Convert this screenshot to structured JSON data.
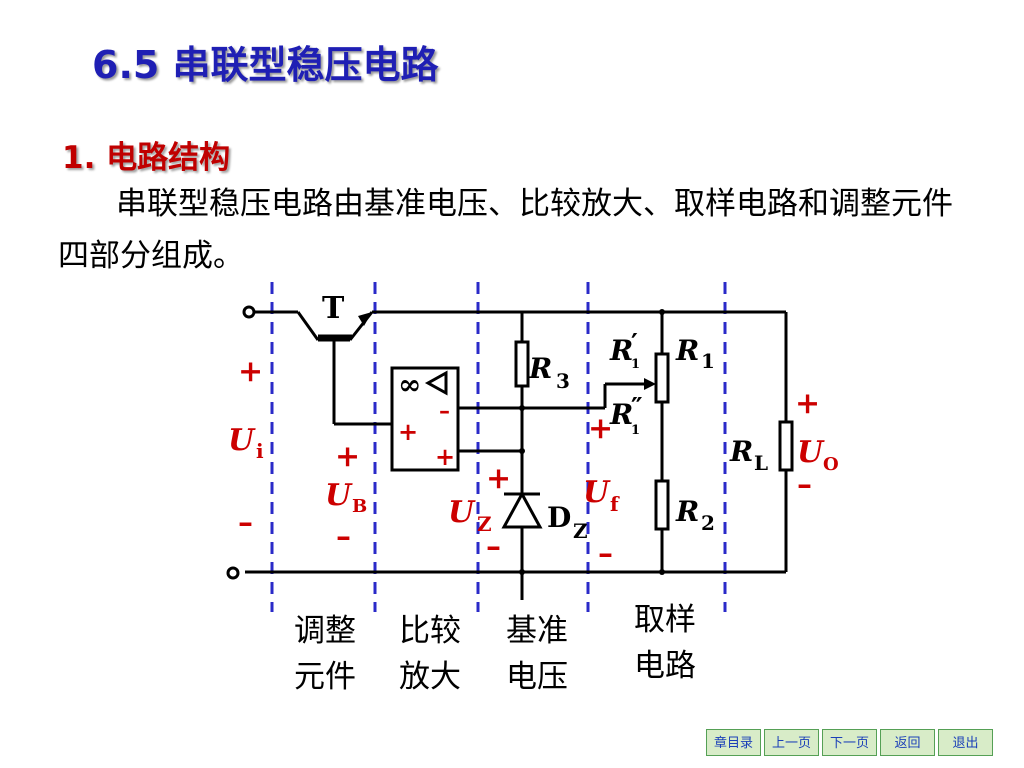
{
  "title": "6.5 串联型稳压电路",
  "section": {
    "heading": "1. 电路结构",
    "paragraph": "串联型稳压电路由基准电压、比较放大、取样电路和调整元件四部分组成。"
  },
  "circuit": {
    "transistor": "T",
    "input_voltage": {
      "symbol": "U",
      "sub": "i",
      "plus": "+",
      "minus": "–"
    },
    "base_voltage": {
      "symbol": "U",
      "sub": "B",
      "plus": "+",
      "minus": "–"
    },
    "zener_voltage": {
      "symbol": "U",
      "sub": "Z",
      "plus": "+",
      "minus": "–"
    },
    "feedback_voltage": {
      "symbol": "U",
      "sub": "f",
      "plus": "+",
      "minus": "–"
    },
    "output_voltage": {
      "symbol": "U",
      "sub": "O",
      "plus": "+",
      "minus": "–"
    },
    "opamp": {
      "gain": "∞",
      "minus_in": "–",
      "plus_in": "+",
      "plus_out": "+"
    },
    "r3": {
      "symbol": "R",
      "sub": "3"
    },
    "r1": {
      "symbol": "R",
      "sub": "1"
    },
    "r1_upper": {
      "symbol": "R",
      "prime": "′",
      "sub": "1"
    },
    "r1_lower": {
      "symbol": "R",
      "prime": "″",
      "sub": "1"
    },
    "r2": {
      "symbol": "R",
      "sub": "2"
    },
    "rl": {
      "symbol": "R",
      "sub": "L"
    },
    "zener": {
      "symbol": "D",
      "sub": "Z"
    },
    "block_labels": [
      {
        "line1": "调整",
        "line2": "元件"
      },
      {
        "line1": "比较",
        "line2": "放大"
      },
      {
        "line1": "基准",
        "line2": "电压"
      },
      {
        "line1": "取样",
        "line2": "电路"
      }
    ],
    "colors": {
      "wire": "#000000",
      "label_red": "#cc0000",
      "divider_blue": "#2a2ac8"
    }
  },
  "nav": [
    "章目录",
    "上一页",
    "下一页",
    "返回",
    "退出"
  ]
}
